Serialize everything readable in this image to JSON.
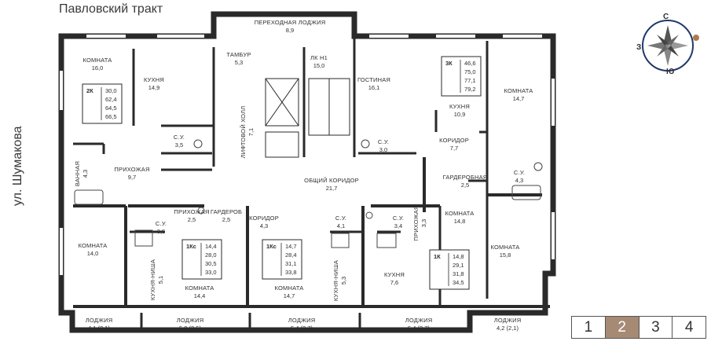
{
  "streets": {
    "top": "Павловский тракт",
    "left": "ул. Шумакова"
  },
  "compass": {
    "north": "С",
    "west": "З",
    "south": "Ю",
    "accent": "#b07a4a",
    "ring": "#1f3a6b"
  },
  "floors": {
    "items": [
      "1",
      "2",
      "3",
      "4"
    ],
    "active": "2"
  },
  "rooms": [
    {
      "name": "КОМНАТА",
      "area": "16,0"
    },
    {
      "name": "КУХНЯ",
      "area": "14,9"
    },
    {
      "name": "С.У.",
      "area": "3,5"
    },
    {
      "name": "ВАННАЯ",
      "area": "4,3"
    },
    {
      "name": "ПРИХОЖАЯ",
      "area": "9,7"
    },
    {
      "name": "ТАМБУР",
      "area": "5,3"
    },
    {
      "name": "ЛИФТОВОЙ ХОЛЛ",
      "area": "7,1"
    },
    {
      "name": "ПЕРЕХОДНАЯ ЛОДЖИЯ",
      "area": "8,9"
    },
    {
      "name": "ЛК Н1",
      "area": "15,0"
    },
    {
      "name": "ГОСТИНАЯ",
      "area": "16,1"
    },
    {
      "name": "КУХНЯ",
      "area": "10,9"
    },
    {
      "name": "КОМНАТА",
      "area": "14,7"
    },
    {
      "name": "С.У.",
      "area": "3,0"
    },
    {
      "name": "КОРИДОР",
      "area": "7,7"
    },
    {
      "name": "С.У.",
      "area": "4,3"
    },
    {
      "name": "ГАРДЕРОБНАЯ",
      "area": "2,5"
    },
    {
      "name": "ОБЩИЙ КОРИДОР",
      "area": "21,7"
    },
    {
      "name": "ПРИХОЖАЯ",
      "area": "2,5"
    },
    {
      "name": "ГАРДЕРОБ",
      "area": "2,5"
    },
    {
      "name": "С.У.",
      "area": "3,5"
    },
    {
      "name": "КОРИДОР",
      "area": "4,3"
    },
    {
      "name": "С.У.",
      "area": "4,1"
    },
    {
      "name": "С.У.",
      "area": "3,4"
    },
    {
      "name": "ПРИХОЖАЯ",
      "area": "3,3"
    },
    {
      "name": "КОМНАТА",
      "area": "14,8"
    },
    {
      "name": "КОМНАТА",
      "area": "14,0"
    },
    {
      "name": "КОМНАТА",
      "area": "15,8"
    },
    {
      "name": "КУХНЯ-НИША",
      "area": "5,1"
    },
    {
      "name": "КОМНАТА",
      "area": "14,4"
    },
    {
      "name": "КОМНАТА",
      "area": "14,7"
    },
    {
      "name": "КУХНЯ-НИША",
      "area": "5,3"
    },
    {
      "name": "КУХНЯ",
      "area": "7,6"
    },
    {
      "name": "ЛОДЖИЯ",
      "area": "4,1 (2,1)"
    },
    {
      "name": "ЛОДЖИЯ",
      "area": "5,0 (2,5)"
    },
    {
      "name": "ЛОДЖИЯ",
      "area": "5,4 (2,7)"
    },
    {
      "name": "ЛОДЖИЯ",
      "area": "5,4 (2,7)"
    },
    {
      "name": "ЛОДЖИЯ",
      "area": "4,2 (2,1)"
    }
  ],
  "cards": [
    {
      "code": "2К",
      "values": [
        "30,0",
        "62,4",
        "64,5",
        "66,5"
      ]
    },
    {
      "code": "3К",
      "values": [
        "46,6",
        "75,0",
        "77,1",
        "79,2"
      ]
    },
    {
      "code": "1Кс",
      "values": [
        "14,4",
        "28,0",
        "30,5",
        "33,0"
      ]
    },
    {
      "code": "1Кс",
      "values": [
        "14,7",
        "28,4",
        "31,1",
        "33,8"
      ]
    },
    {
      "code": "1К",
      "values": [
        "14,8",
        "29,1",
        "31,8",
        "34,5"
      ]
    }
  ]
}
